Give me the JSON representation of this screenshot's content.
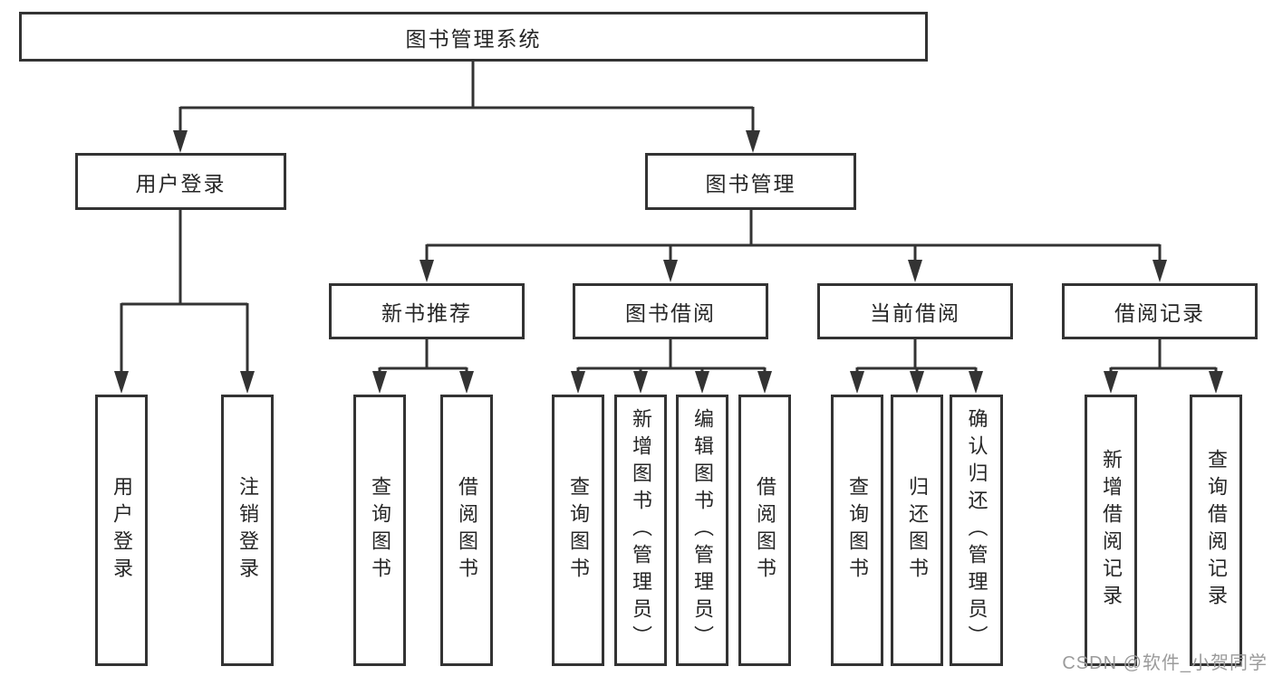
{
  "diagram": {
    "root": {
      "label": "图书管理系统"
    },
    "level2": [
      {
        "label": "用户登录"
      },
      {
        "label": "图书管理"
      }
    ],
    "user_login_children": [
      {
        "label": "用户登录"
      },
      {
        "label": "注销登录"
      }
    ],
    "book_mgmt_children": [
      {
        "label": "新书推荐",
        "children": [
          {
            "label": "查询图书"
          },
          {
            "label": "借阅图书"
          }
        ]
      },
      {
        "label": "图书借阅",
        "children": [
          {
            "label": "查询图书"
          },
          {
            "label": "新增图书（管理员）"
          },
          {
            "label": "编辑图书（管理员）"
          },
          {
            "label": "借阅图书"
          }
        ]
      },
      {
        "label": "当前借阅",
        "children": [
          {
            "label": "查询图书"
          },
          {
            "label": "归还图书"
          },
          {
            "label": "确认归还（管理员）"
          }
        ]
      },
      {
        "label": "借阅记录",
        "children": [
          {
            "label": "新增借阅记录"
          },
          {
            "label": "查询借阅记录"
          }
        ]
      }
    ]
  },
  "watermark": {
    "text": "CSDN @软件_小贺同学"
  },
  "colors": {
    "line": "#333333",
    "text": "#262626",
    "watermark": "#9b9b9b",
    "background": "#ffffff"
  }
}
